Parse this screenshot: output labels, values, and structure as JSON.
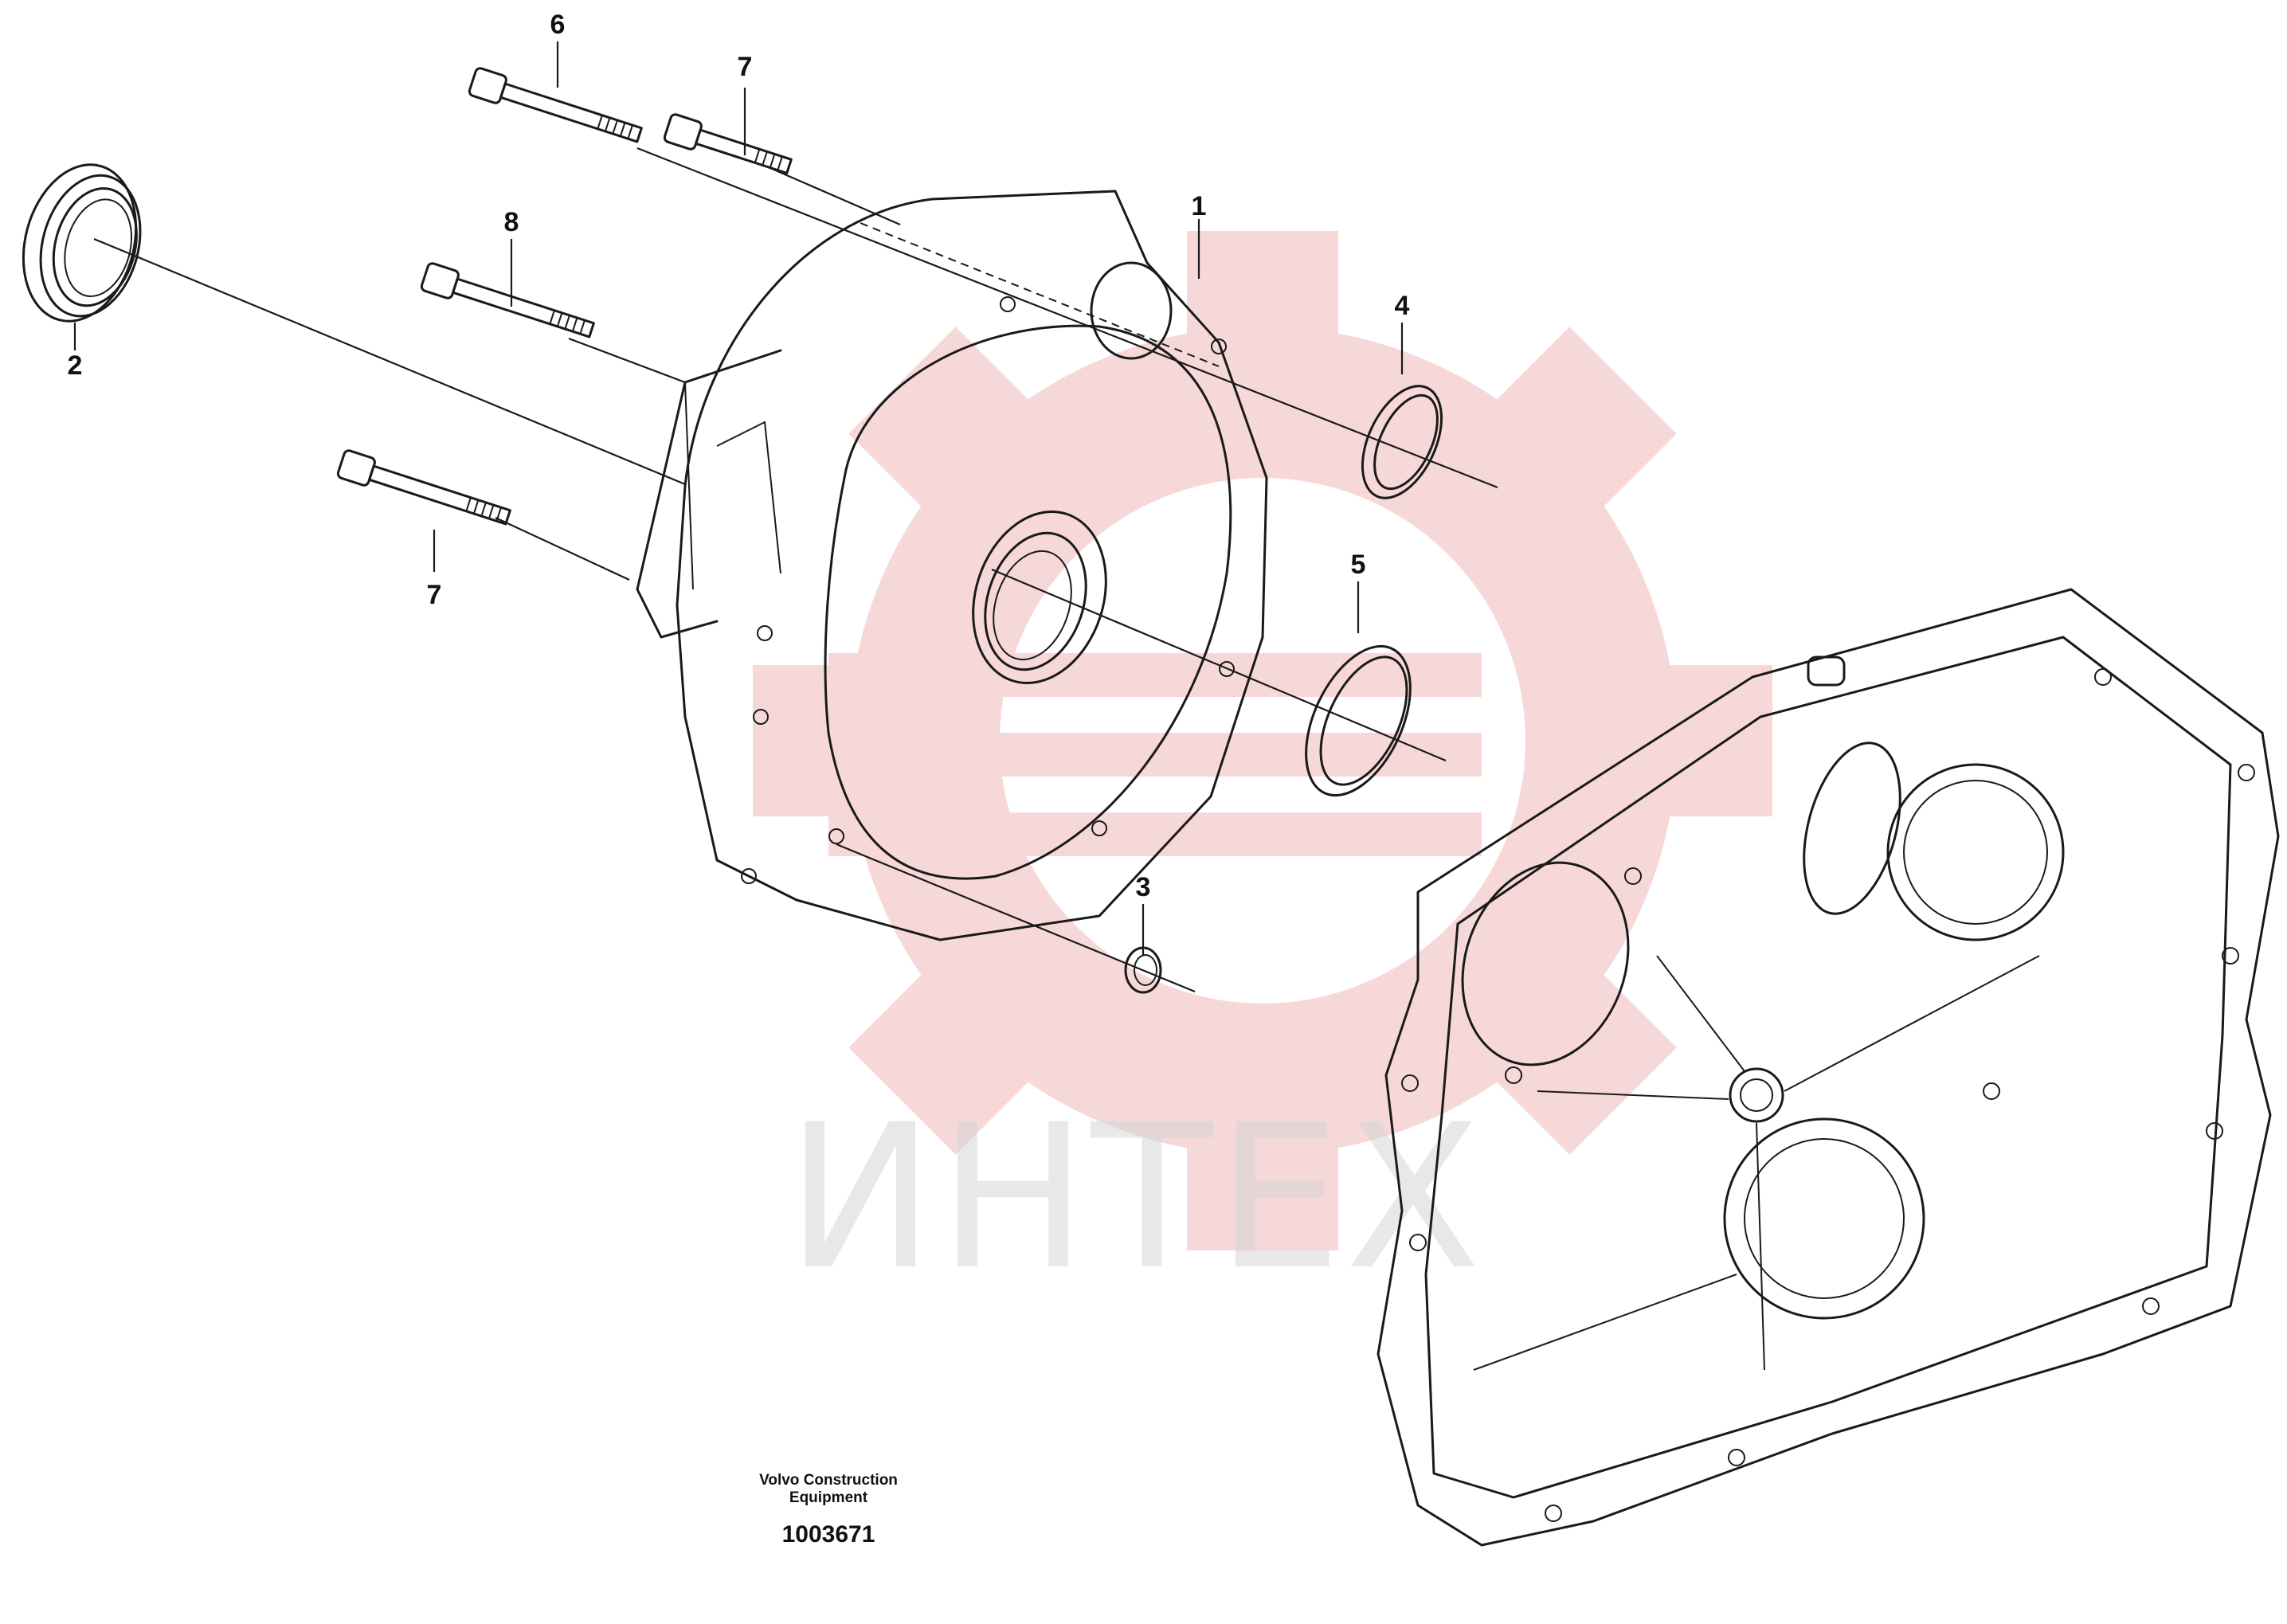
{
  "callouts": [
    {
      "id": "1",
      "text": "1"
    },
    {
      "id": "2",
      "text": "2"
    },
    {
      "id": "3",
      "text": "3"
    },
    {
      "id": "4",
      "text": "4"
    },
    {
      "id": "5",
      "text": "5"
    },
    {
      "id": "6",
      "text": "6"
    },
    {
      "id": "7a",
      "text": "7"
    },
    {
      "id": "7b",
      "text": "7"
    },
    {
      "id": "8",
      "text": "8"
    }
  ],
  "watermark": {
    "text": "ИНТЕХ",
    "color": "#e8a7a7",
    "icon": "gear-logo-icon"
  },
  "footer": {
    "manufacturer_line1": "Volvo Construction",
    "manufacturer_line2": "Equipment",
    "drawing_number": "1003671"
  },
  "parts_icons": [
    "seal-ring-icon",
    "bolt-icon",
    "o-ring-icon",
    "housing-cover-icon",
    "gear-case-icon"
  ]
}
